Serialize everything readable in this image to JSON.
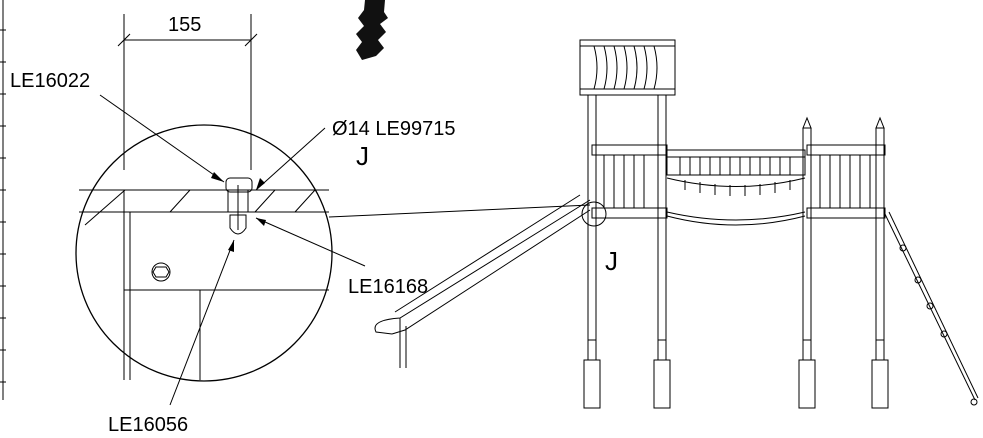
{
  "drawing": {
    "dimension": "155",
    "callouts": {
      "bolt_top": "LE16022",
      "bolt_hole": "Ø14 LE99715",
      "nut_side": "LE16168",
      "nut_bottom": "LE16056"
    },
    "detail_ref_detail": "J",
    "detail_ref_structure": "J"
  }
}
